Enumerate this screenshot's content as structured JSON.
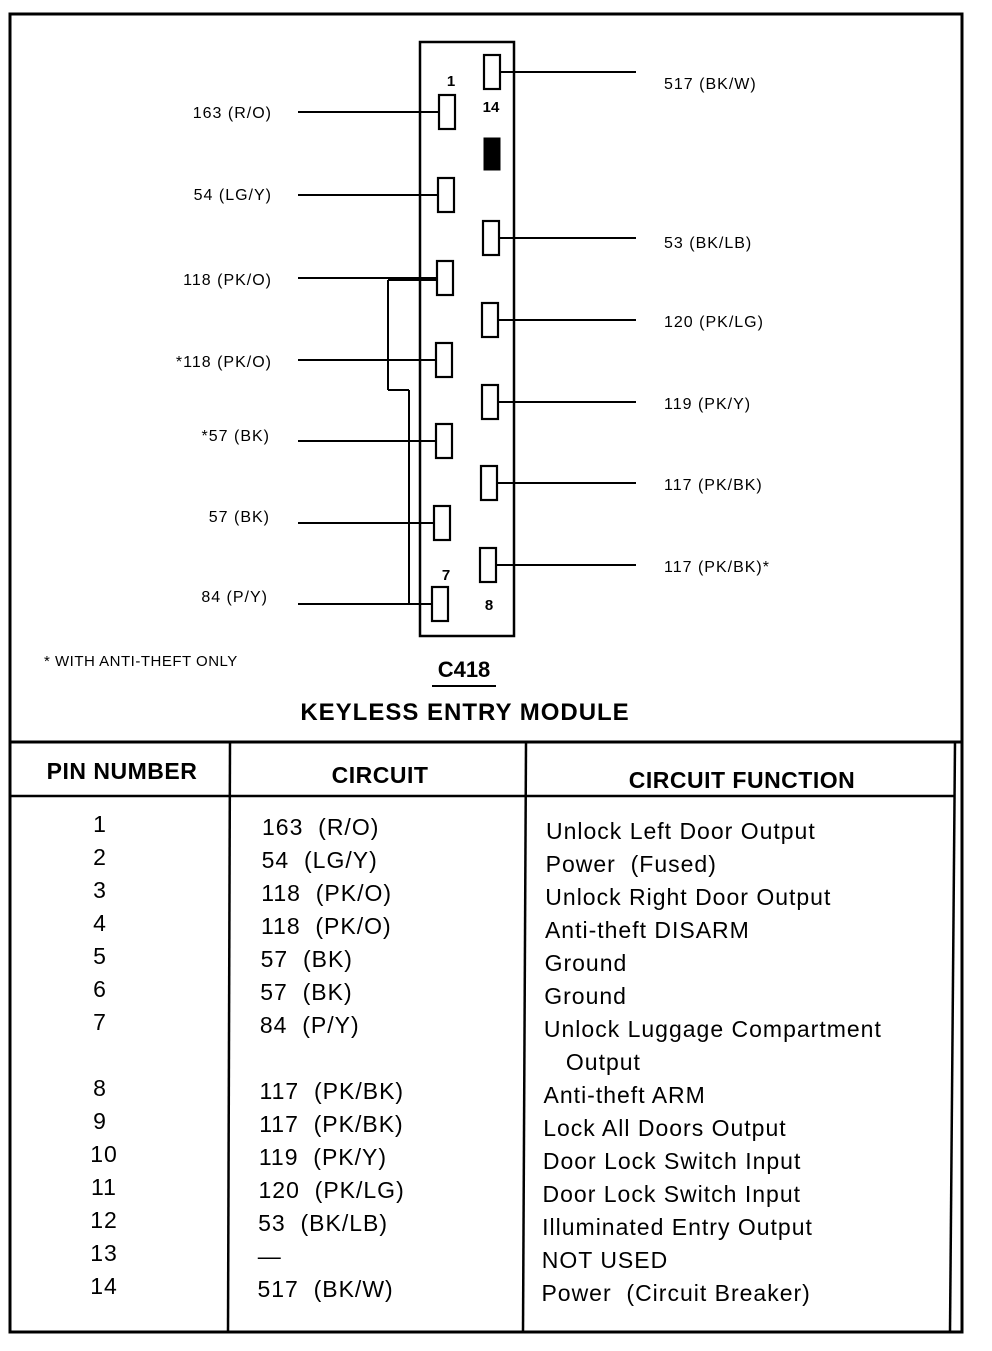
{
  "diagram": {
    "connector_id": "C418",
    "module_title": "KEYLESS ENTRY MODULE",
    "footnote": "* WITH ANTI-THEFT ONLY",
    "pin_numbers_shown": {
      "top_left": "1",
      "top_right": "14",
      "bottom_left": "7",
      "bottom_right": "8"
    },
    "left_wires": [
      {
        "pin": "1",
        "label": "163 (R/O)"
      },
      {
        "pin": "2",
        "label": "54 (LG/Y)"
      },
      {
        "pin": "3",
        "label": "118 (PK/O)"
      },
      {
        "pin": "4",
        "label": "*118 (PK/O)"
      },
      {
        "pin": "5",
        "label": "*57 (BK)"
      },
      {
        "pin": "6",
        "label": "57 (BK)"
      },
      {
        "pin": "7",
        "label": "84 (P/Y)"
      }
    ],
    "right_wires": [
      {
        "pin": "14",
        "label": "517 (BK/W)"
      },
      {
        "pin": "13",
        "label": ""
      },
      {
        "pin": "12",
        "label": "53 (BK/LB)"
      },
      {
        "pin": "11",
        "label": "120 (PK/LG)"
      },
      {
        "pin": "10",
        "label": "119 (PK/Y)"
      },
      {
        "pin": "9",
        "label": "117 (PK/BK)"
      },
      {
        "pin": "8",
        "label": "117 (PK/BK)*"
      }
    ]
  },
  "table": {
    "headers": [
      "PIN NUMBER",
      "CIRCUIT",
      "CIRCUIT FUNCTION"
    ],
    "rows": [
      {
        "pin": "1",
        "circuit": "163  (R/O)",
        "function": [
          "Unlock Left Door Output"
        ]
      },
      {
        "pin": "2",
        "circuit": "54  (LG/Y)",
        "function": [
          "Power  (Fused)"
        ]
      },
      {
        "pin": "3",
        "circuit": "118  (PK/O)",
        "function": [
          "Unlock Right Door Output"
        ]
      },
      {
        "pin": "4",
        "circuit": "118  (PK/O)",
        "function": [
          "Anti-theft DISARM"
        ]
      },
      {
        "pin": "5",
        "circuit": "57  (BK)",
        "function": [
          "Ground"
        ]
      },
      {
        "pin": "6",
        "circuit": "57  (BK)",
        "function": [
          "Ground"
        ]
      },
      {
        "pin": "7",
        "circuit": "84  (P/Y)",
        "function": [
          "Unlock Luggage Compartment",
          "Output"
        ]
      },
      {
        "pin": "8",
        "circuit": "117  (PK/BK)",
        "function": [
          "Anti-theft ARM"
        ]
      },
      {
        "pin": "9",
        "circuit": "117  (PK/BK)",
        "function": [
          "Lock All Doors Output"
        ]
      },
      {
        "pin": "10",
        "circuit": "119  (PK/Y)",
        "function": [
          "Door Lock Switch Input"
        ]
      },
      {
        "pin": "11",
        "circuit": "120  (PK/LG)",
        "function": [
          "Door Lock Switch Input"
        ]
      },
      {
        "pin": "12",
        "circuit": "53  (BK/LB)",
        "function": [
          "Illuminated Entry Output"
        ]
      },
      {
        "pin": "13",
        "circuit": "—",
        "function": [
          "NOT USED"
        ]
      },
      {
        "pin": "14",
        "circuit": "517  (BK/W)",
        "function": [
          "Power  (Circuit Breaker)"
        ]
      }
    ]
  }
}
